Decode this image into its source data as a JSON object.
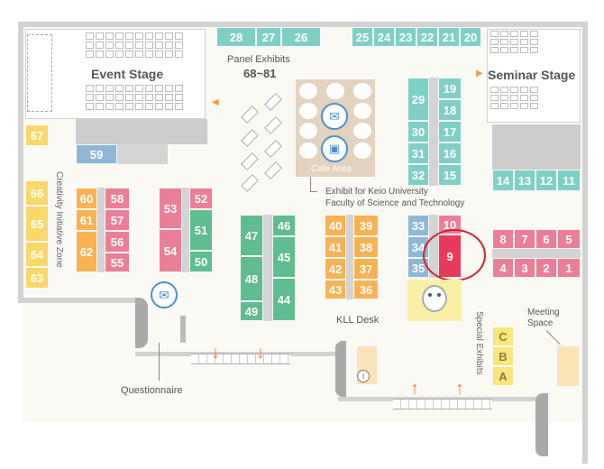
{
  "labels": {
    "event_stage": "Event Stage",
    "seminar_stage": "Seminar Stage",
    "panel_exhibits": "Panel Exhibits",
    "panel_range": "68~81",
    "cafe_area": "Cafe Area",
    "keio_exhibit_line1": "Exhibit for Keio University",
    "keio_exhibit_line2": "Faculty of Science and Technology",
    "creativity_zone": "Creativity Initiative Zone",
    "kll_desk": "KLL Desk",
    "special_exhibits": "Special Exhibits",
    "meeting_space_line1": "Meeting",
    "meeting_space_line2": "Space",
    "questionnaire": "Questionnaire"
  },
  "highlighted_booth": "9",
  "colors": {
    "teal": "#7fcfc7",
    "yellow": "#fad76a",
    "orange": "#f8b253",
    "pink": "#ec7f98",
    "blue": "#8eb7d5",
    "green": "#5fbd90",
    "highlight": "#e83a5a",
    "light_yellow": "#f9e77c",
    "gray_gap": "#d4d4d4",
    "cafe": "#e3d2bf"
  },
  "booths": {
    "b1": "1",
    "b2": "2",
    "b3": "3",
    "b4": "4",
    "b5": "5",
    "b6": "6",
    "b7": "7",
    "b8": "8",
    "b9": "9",
    "b10": "10",
    "b11": "11",
    "b12": "12",
    "b13": "13",
    "b14": "14",
    "b15": "15",
    "b16": "16",
    "b17": "17",
    "b18": "18",
    "b19": "19",
    "b20": "20",
    "b21": "21",
    "b22": "22",
    "b23": "23",
    "b24": "24",
    "b25": "25",
    "b26": "26",
    "b27": "27",
    "b28": "28",
    "b29": "29",
    "b30": "30",
    "b31": "31",
    "b32": "32",
    "b33": "33",
    "b34": "34",
    "b35": "35",
    "b36": "36",
    "b37": "37",
    "b38": "38",
    "b39": "39",
    "b40": "40",
    "b41": "41",
    "b42": "42",
    "b43": "43",
    "b44": "44",
    "b45": "45",
    "b46": "46",
    "b47": "47",
    "b48": "48",
    "b49": "49",
    "b50": "50",
    "b51": "51",
    "b52": "52",
    "b53": "53",
    "b54": "54",
    "b55": "55",
    "b56": "56",
    "b57": "57",
    "b58": "58",
    "b59": "59",
    "b60": "60",
    "b61": "61",
    "b62": "62",
    "b63": "63",
    "b64": "64",
    "b65": "65",
    "b66": "66",
    "b67": "67",
    "bA": "A",
    "bB": "B",
    "bC": "C"
  }
}
